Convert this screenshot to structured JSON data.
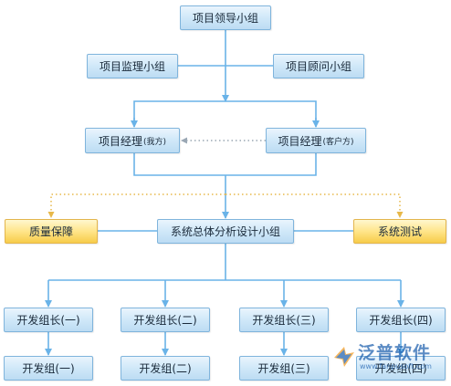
{
  "nodes": {
    "leader": {
      "label": "项目领导小组"
    },
    "supervision": {
      "label": "项目监理小组"
    },
    "advisor": {
      "label": "项目顾问小组"
    },
    "pm_own": {
      "label": "项目经理",
      "note": "(我方)"
    },
    "pm_customer": {
      "label": "项目经理",
      "note": "(客户方)"
    },
    "quality": {
      "label": "质量保障"
    },
    "design": {
      "label": "系统总体分析设计小组"
    },
    "testing": {
      "label": "系统测试"
    },
    "group_leaders": [
      {
        "label": "开发组长(一)"
      },
      {
        "label": "开发组长(二)"
      },
      {
        "label": "开发组长(三)"
      },
      {
        "label": "开发组长(四)"
      }
    ],
    "groups": [
      {
        "label": "开发组(一)"
      },
      {
        "label": "开发组(二)"
      },
      {
        "label": "开发组(三)"
      },
      {
        "label": "开发组(四)"
      }
    ]
  },
  "colors": {
    "line": "#6ab3e8",
    "dotted_line": "#e7b84a",
    "box_blue": "#d2e9f9",
    "box_yellow": "#ffe58a"
  },
  "watermark": {
    "brand": "泛普软件",
    "url": "www.fanpusoft.com",
    "logo_icon": "fanpu-logo-icon"
  }
}
